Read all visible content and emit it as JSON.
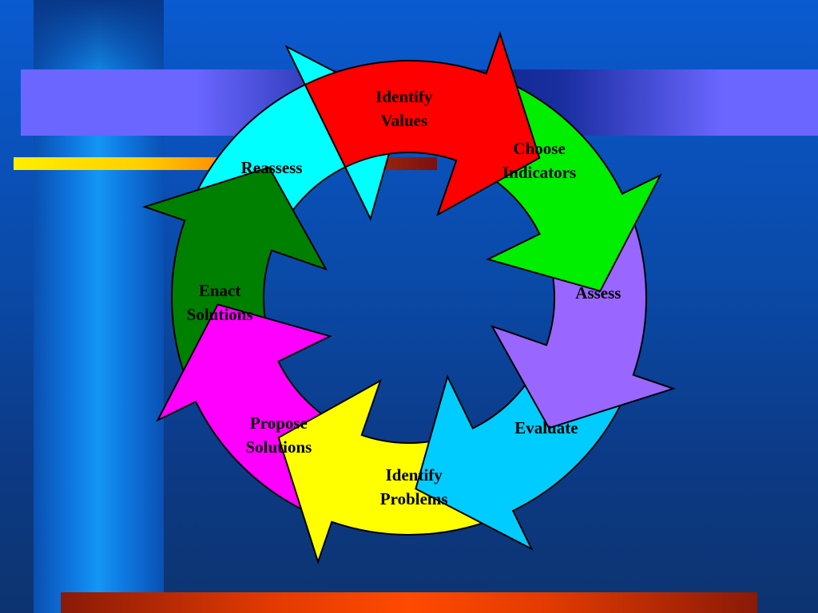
{
  "cycle": {
    "steps": [
      {
        "lines": [
          "Identify",
          "Values"
        ],
        "color": "#ff0000"
      },
      {
        "lines": [
          "Choose",
          "Indicators"
        ],
        "color": "#00ee00"
      },
      {
        "lines": [
          "Assess"
        ],
        "color": "#9966ff"
      },
      {
        "lines": [
          "Evaluate"
        ],
        "color": "#00ccff"
      },
      {
        "lines": [
          "Identify",
          "Problems"
        ],
        "color": "#ffff00"
      },
      {
        "lines": [
          "Propose",
          "Solutions"
        ],
        "color": "#ff00ff"
      },
      {
        "lines": [
          "Enact",
          "Solutions"
        ],
        "color": "#008000"
      },
      {
        "lines": [
          "Reassess"
        ],
        "color": "#00ffff"
      }
    ]
  }
}
